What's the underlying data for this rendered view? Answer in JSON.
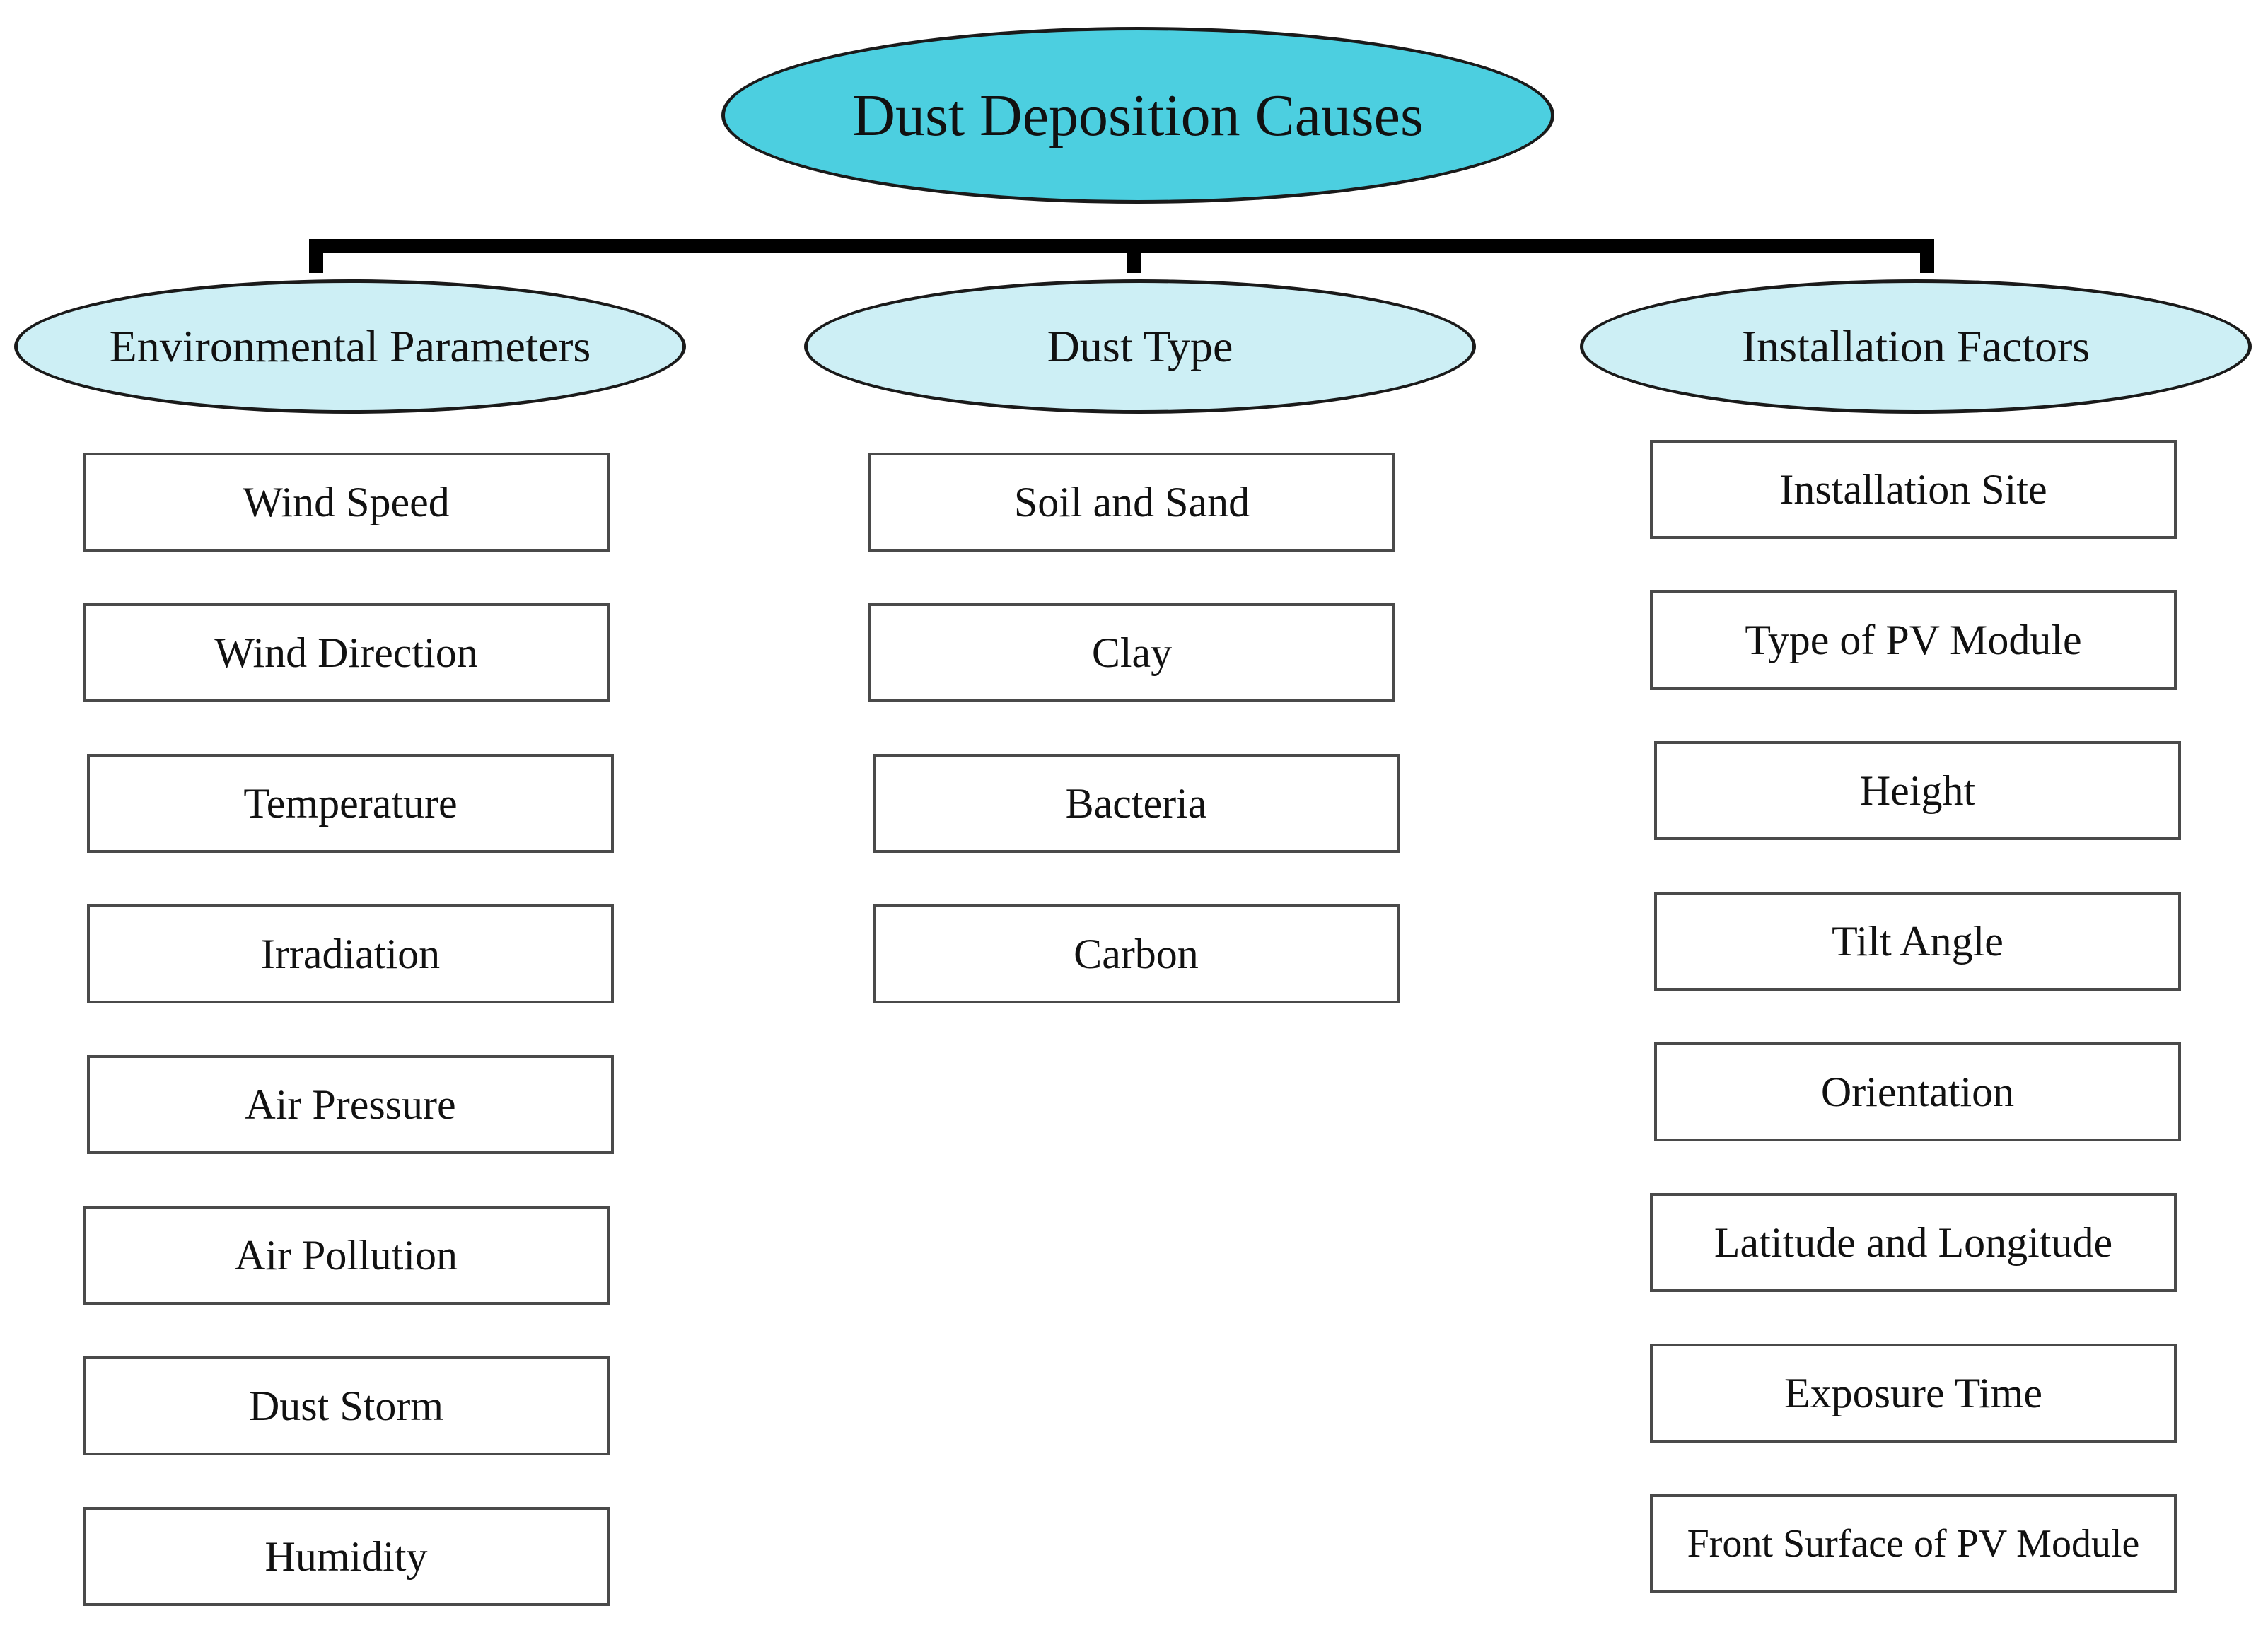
{
  "root": {
    "label": "Dust Deposition Causes",
    "color": "#4ccfe0"
  },
  "categories": [
    {
      "label": "Environmental Parameters",
      "color": "#cdeff5",
      "items": [
        "Wind Speed",
        "Wind Direction",
        "Temperature",
        "Irradiation",
        "Air Pressure",
        "Air Pollution",
        "Dust Storm",
        "Humidity"
      ]
    },
    {
      "label": "Dust Type",
      "color": "#cdeff5",
      "items": [
        "Soil and Sand",
        "Clay",
        "Bacteria",
        "Carbon"
      ]
    },
    {
      "label": "Installation Factors",
      "color": "#cdeff5",
      "items": [
        "Installation Site",
        "Type of PV Module",
        "Height",
        "Tilt Angle",
        "Orientation",
        "Latitude and Longitude",
        "Exposure Time",
        "Front Surface of PV Module"
      ]
    }
  ]
}
